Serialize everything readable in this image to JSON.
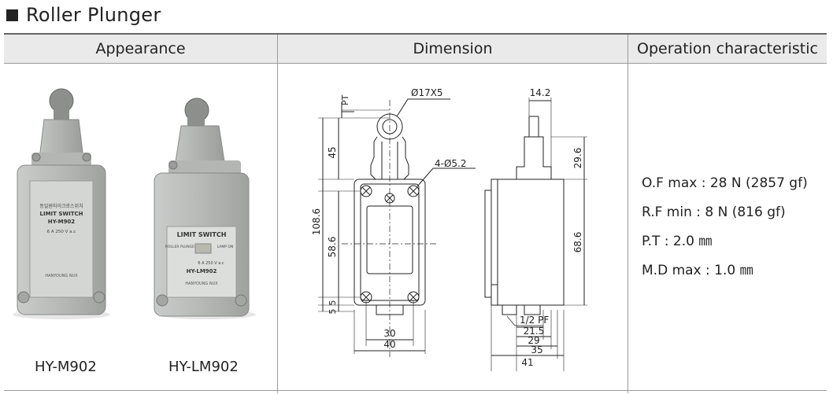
{
  "section": {
    "title": "Roller Plunger"
  },
  "table": {
    "headers": [
      "Appearance",
      "Dimension",
      "Operation characteristic"
    ]
  },
  "appearance": {
    "models": [
      "HY-M902",
      "HY-LM902"
    ],
    "switch1_label": {
      "korean": "동일원마이크로스위치",
      "heading": "LIMIT SWITCH",
      "model": "HY-M902",
      "rating": "6 A 250 V a.c",
      "brand": "HANYOUNG NUX"
    },
    "switch2_label": {
      "heading": "LIMIT SWITCH",
      "plunger": "ROLLER PLUNGER",
      "lamp": "LAMP ON",
      "rating": "6 A 250 V a.c",
      "model": "HY-LM902",
      "brand": "HANYOUNG NUX"
    }
  },
  "dimension": {
    "front": {
      "pt": "PT",
      "roller": "Ø17X5",
      "holes": "4-Ø5.2",
      "overall_height": "108.6",
      "plunger_height": "45",
      "body_height": "58.6",
      "d5a": "5",
      "d5b": "5",
      "hole_spacing": "30",
      "body_width": "40"
    },
    "side": {
      "top_width": "14.2",
      "plunger_height": "29.6",
      "body_height": "68.6",
      "conduit": "1/2 PF",
      "d21_5": "21.5",
      "d29": "29",
      "d35": "35",
      "d41": "41"
    }
  },
  "operation": [
    "O.F max : 28 N (2857 gf)",
    "R.F min : 8 N (816 gf)",
    "P.T : 2.0 ㎜",
    "M.D max : 1.0 ㎜"
  ]
}
